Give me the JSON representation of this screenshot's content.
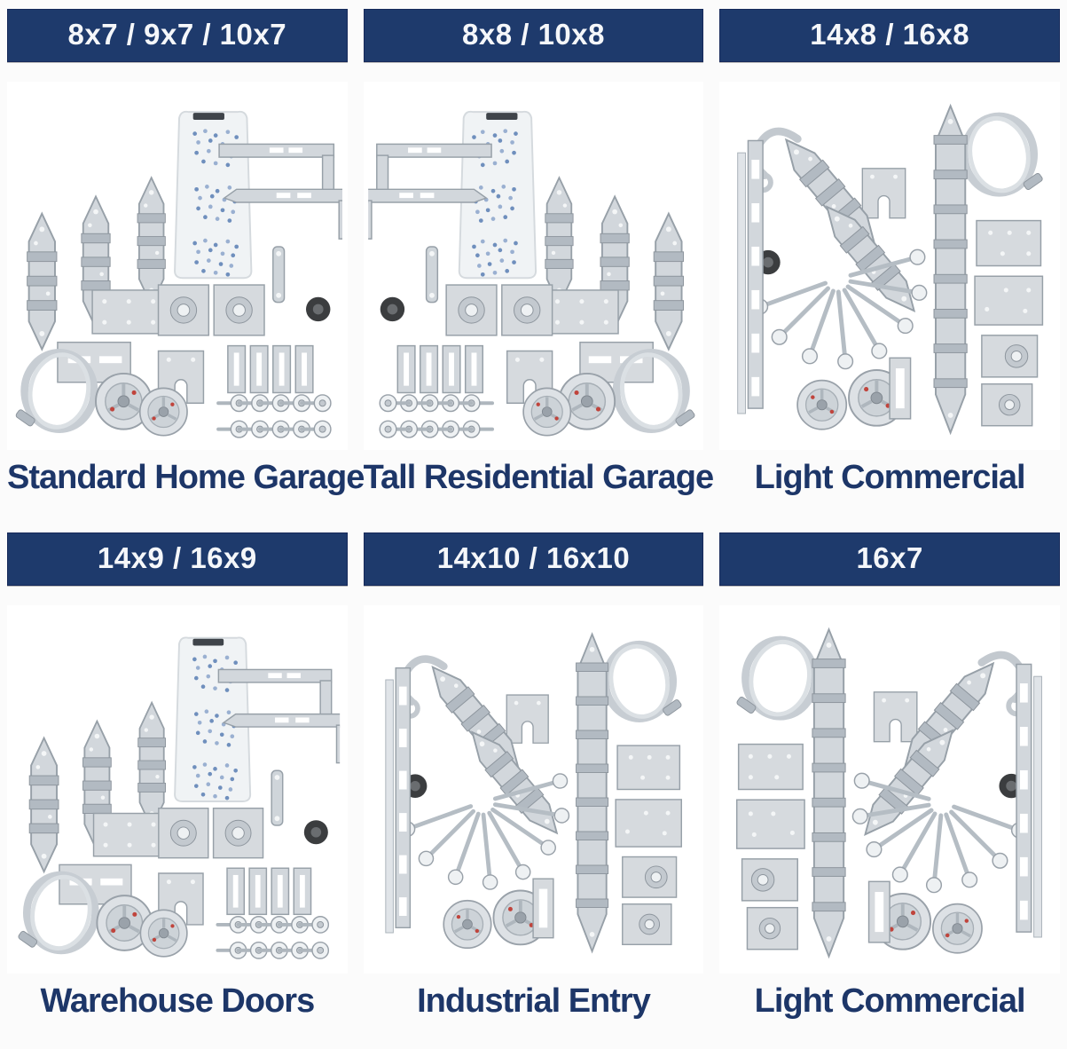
{
  "theme": {
    "banner_bg": "#1e3a6c",
    "banner_text": "#f5f7fa",
    "caption_color": "#1d3668",
    "page_bg": "#fbfbfb",
    "photo_bg": "#ffffff"
  },
  "panels": [
    {
      "sizes": "8x7 / 9x7 / 10x7",
      "caption": "Standard Home Garage",
      "image": "hardware-kit-photo"
    },
    {
      "sizes": "8x8 / 10x8",
      "caption": "Tall Residential Garage",
      "image": "hardware-kit-photo"
    },
    {
      "sizes": "14x8 / 16x8",
      "caption": "Light Commercial",
      "image": "hardware-kit-photo"
    },
    {
      "sizes": "14x9 / 16x9",
      "caption": "Warehouse Doors",
      "image": "hardware-kit-photo"
    },
    {
      "sizes": "14x10 / 16x10",
      "caption": "Industrial Entry",
      "image": "hardware-kit-photo"
    },
    {
      "sizes": "16x7",
      "caption": "Light Commercial",
      "image": "hardware-kit-photo"
    }
  ]
}
